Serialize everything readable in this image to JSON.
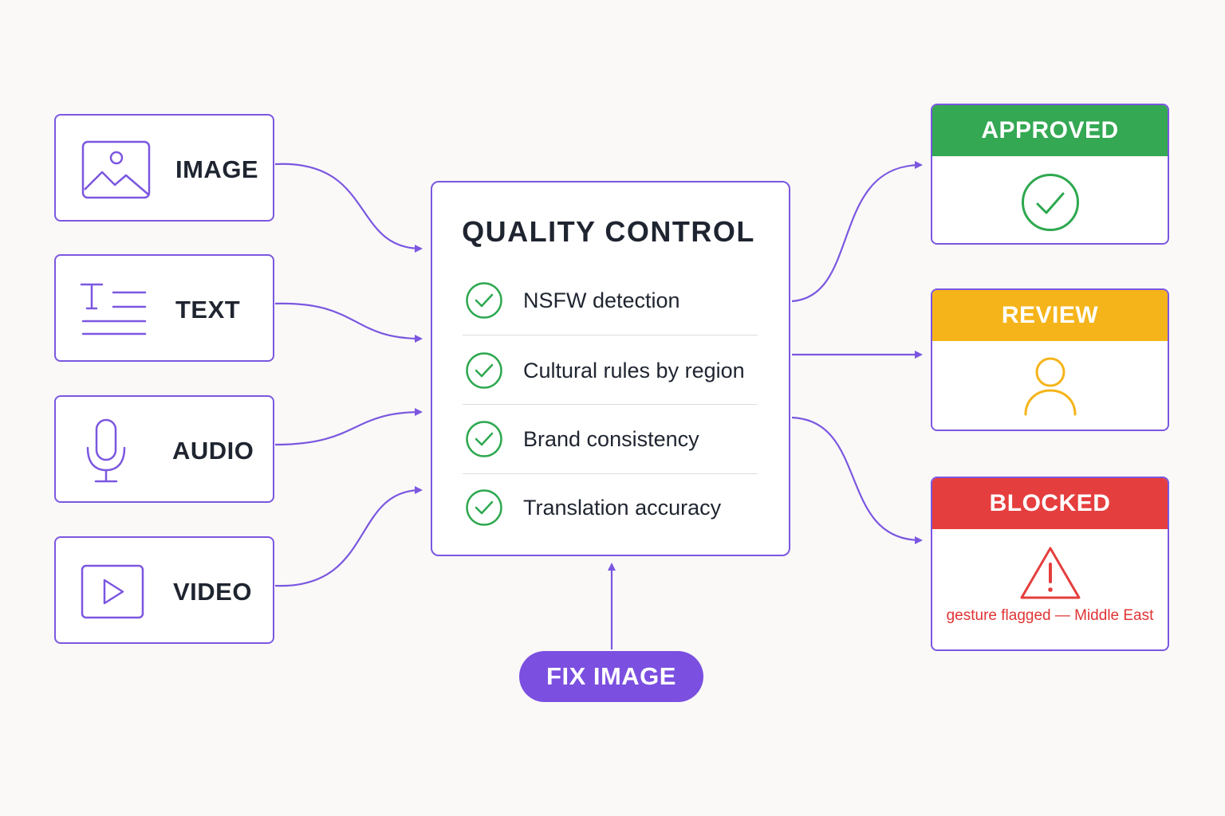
{
  "inputs": [
    {
      "label": "IMAGE",
      "icon": "image-icon"
    },
    {
      "label": "TEXT",
      "icon": "text-icon"
    },
    {
      "label": "AUDIO",
      "icon": "microphone-icon"
    },
    {
      "label": "VIDEO",
      "icon": "video-icon"
    }
  ],
  "quality_control": {
    "title": "QUALITY CONTROL",
    "checks": [
      "NSFW detection",
      "Cultural rules by region",
      "Brand consistency",
      "Translation accuracy"
    ]
  },
  "outputs": {
    "approved": {
      "label": "APPROVED",
      "icon": "check-circle-icon",
      "color": "#34a853"
    },
    "review": {
      "label": "REVIEW",
      "icon": "person-icon",
      "color": "#f5b419"
    },
    "blocked": {
      "label": "BLOCKED",
      "icon": "warning-icon",
      "color": "#e53e3e",
      "note": "gesture flagged — Middle East"
    }
  },
  "fix_button": {
    "label": "FIX IMAGE"
  },
  "colors": {
    "accent": "#7b57e0",
    "check": "#2ea84f"
  }
}
